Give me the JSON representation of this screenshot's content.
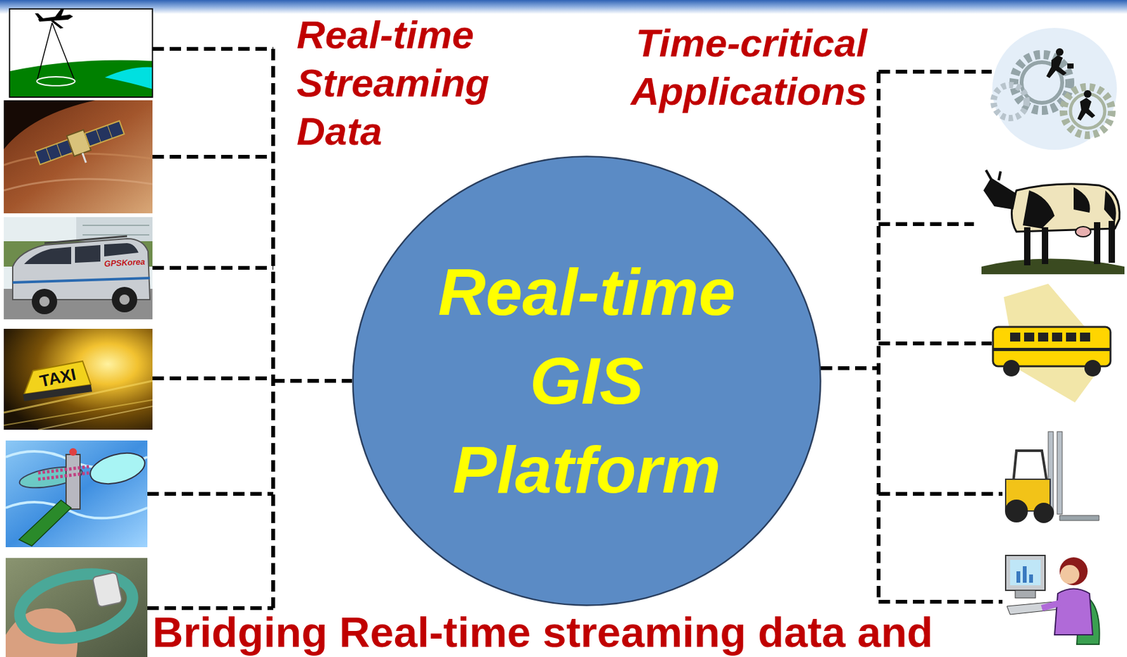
{
  "diagram": {
    "caption": "Bridging Real-time streaming data and",
    "nodes": [
      {
        "text": [
          "Real-time GIS Platform"
        ]
      }
    ],
    "labels": [
      "Real-time Streaming Data",
      "Time-critical Applications",
      "GPSKorea",
      "TAXI"
    ]
  }
}
